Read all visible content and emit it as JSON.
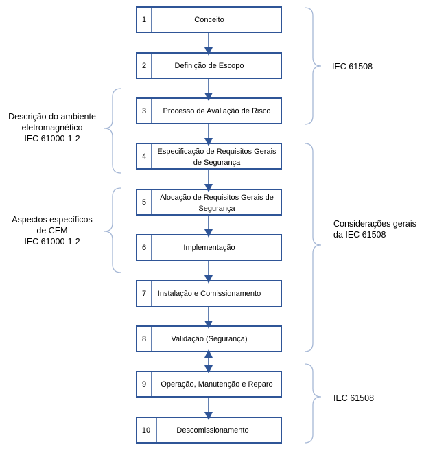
{
  "steps": [
    {
      "num": "1",
      "lines": [
        "Conceito"
      ]
    },
    {
      "num": "2",
      "lines": [
        "Definição de Escopo"
      ]
    },
    {
      "num": "3",
      "lines": [
        "Processo de Avaliação de Risco"
      ]
    },
    {
      "num": "4",
      "lines": [
        "Especificação de Requisitos Gerais",
        "de Segurança"
      ]
    },
    {
      "num": "5",
      "lines": [
        "Alocação de Requisitos Gerais de",
        "Segurança"
      ]
    },
    {
      "num": "6",
      "lines": [
        "Implementação"
      ]
    },
    {
      "num": "7",
      "lines": [
        "Instalação e Comissionamento"
      ]
    },
    {
      "num": "8",
      "lines": [
        "Validação (Segurança)"
      ]
    },
    {
      "num": "9",
      "lines": [
        "Operação, Manutenção e Reparo"
      ]
    },
    {
      "num": "10",
      "lines": [
        "Descomissionamento"
      ]
    }
  ],
  "annotations": {
    "right_top": [
      "IEC 61508"
    ],
    "right_middle": [
      "Considerações gerais",
      "da IEC 61508"
    ],
    "right_bottom": [
      "IEC 61508"
    ],
    "left_top": [
      "Descrição do ambiente",
      "eletromagnético",
      "IEC 61000-1-2"
    ],
    "left_middle": [
      "Aspectos específicos",
      "de CEM",
      "IEC 61000-1-2"
    ]
  },
  "colors": {
    "box_border": "#2f5597",
    "brace": "#a6b8d6"
  }
}
